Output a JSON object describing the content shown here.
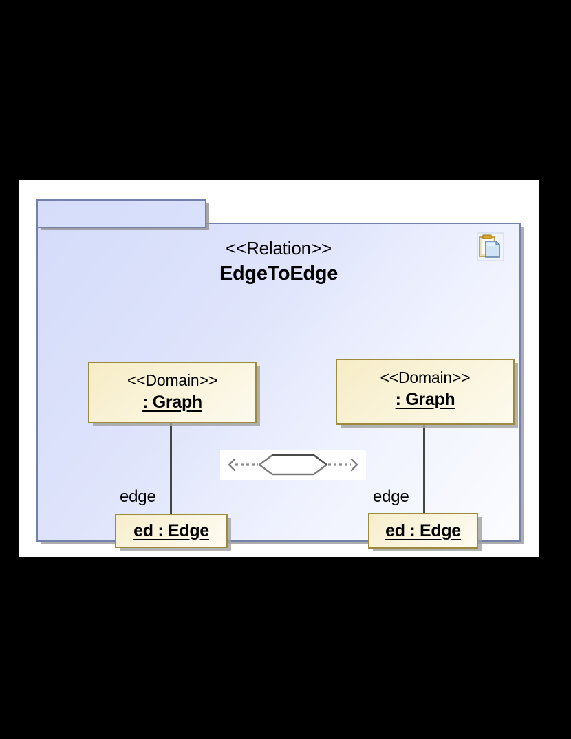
{
  "diagram": {
    "type": "uml-object-diagram",
    "package": {
      "stereotype": "<<Relation>>",
      "name": "EdgeToEdge",
      "tab_label": "",
      "icon": "clipboard-document-icon",
      "fill_start": "#d4dcfa",
      "fill_end": "#fbfcff",
      "border_color": "#7481ab"
    },
    "domains": [
      {
        "stereotype": "<<Domain>>",
        "name": ": Graph",
        "fill": "#f8f0cf",
        "border_color": "#9c8b3c"
      },
      {
        "stereotype": "<<Domain>>",
        "name": ": Graph",
        "fill": "#f8f0cf",
        "border_color": "#9c8b3c"
      }
    ],
    "instances": [
      {
        "name": "ed : Edge",
        "role_label": "edge",
        "fill": "#f9f2d6",
        "border_color": "#9c8b3c"
      },
      {
        "name": "ed : Edge",
        "role_label": "edge",
        "fill": "#f9f2d6",
        "border_color": "#9c8b3c"
      }
    ],
    "relation_symbol": {
      "icon": "hexagon-bidirectional-relation-icon",
      "stroke": "#6f6f6f",
      "background": "#ffffff"
    },
    "connector_color": "#454545"
  }
}
